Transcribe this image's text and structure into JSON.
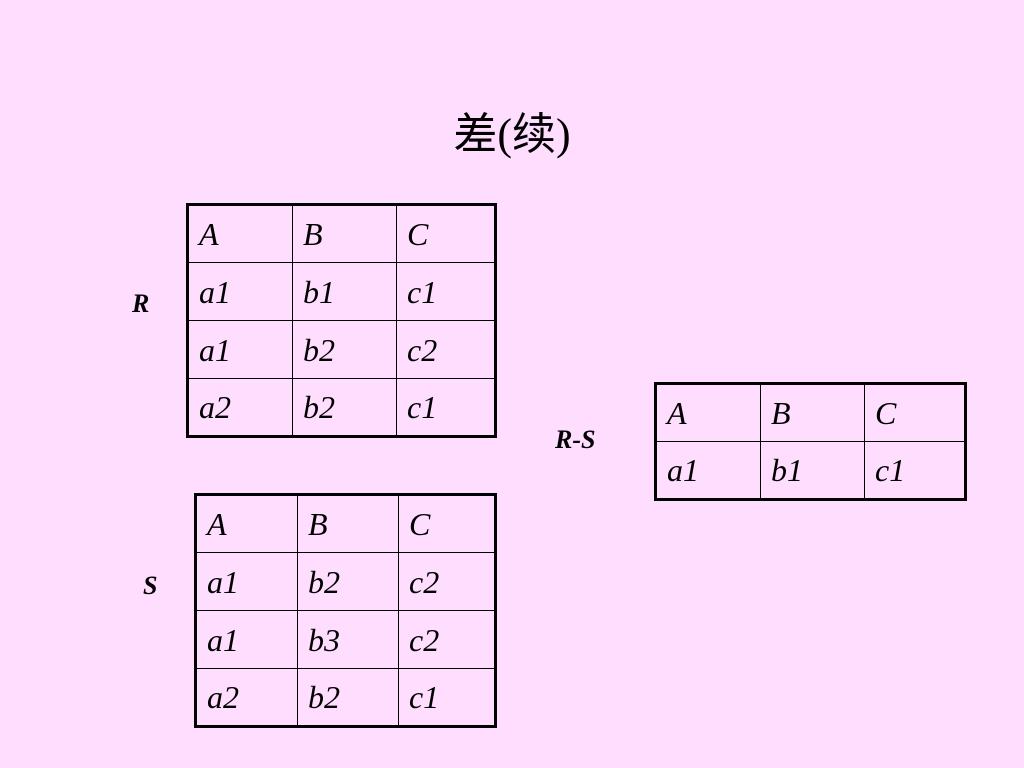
{
  "title": "差(续)",
  "tables": {
    "R": {
      "label": "R",
      "header": [
        "A",
        "B",
        "C"
      ],
      "rows": [
        [
          "a1",
          "b1",
          "c1"
        ],
        [
          "a1",
          "b2",
          "c2"
        ],
        [
          "a2",
          "b2",
          "c1"
        ]
      ]
    },
    "S": {
      "label": "S",
      "header": [
        "A",
        "B",
        "C"
      ],
      "rows": [
        [
          "a1",
          "b2",
          "c2"
        ],
        [
          "a1",
          "b3",
          "c2"
        ],
        [
          "a2",
          "b2",
          "c1"
        ]
      ]
    },
    "RS": {
      "label": "R-S",
      "header": [
        "A",
        "B",
        "C"
      ],
      "rows": [
        [
          "a1",
          "b1",
          "c1"
        ]
      ]
    }
  },
  "colors": {
    "background": "#FFDDFF",
    "text": "#000000"
  }
}
